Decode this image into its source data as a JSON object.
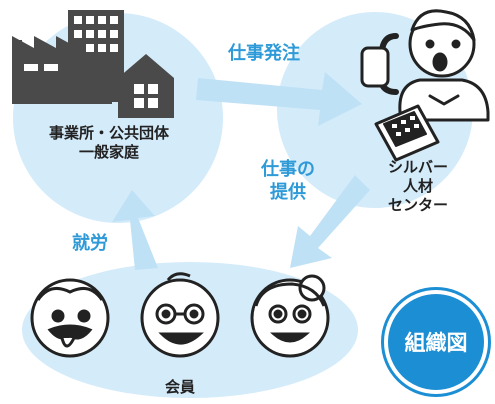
{
  "nodes": {
    "business": {
      "line1": "事業所・公共団体",
      "line2": "一般家庭"
    },
    "silver": {
      "line1": "シルバー",
      "line2": "人材",
      "line3": "センター"
    },
    "members": {
      "label": "会員"
    }
  },
  "arrows": {
    "order": "仕事発注",
    "provide_line1": "仕事の",
    "provide_line2": "提供",
    "work": "就労"
  },
  "badge": "組織図",
  "colors": {
    "bubble": "#d4ebfa",
    "arrow": "#bfe1f6",
    "accent": "#2f9ad8",
    "badge": "#1c8fd4",
    "building": "#4a4a4a"
  }
}
